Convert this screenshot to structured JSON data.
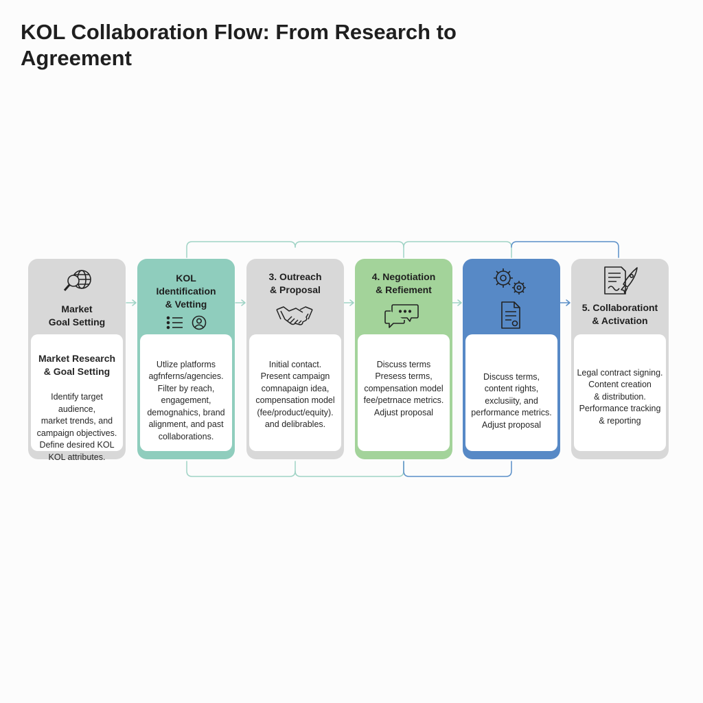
{
  "title": "KOL Collaboration Flow: From Research to Agreement",
  "colors": {
    "card_gray": "#d8d8d8",
    "card_teal": "#8fcdbd",
    "card_green": "#a3d39a",
    "card_blue": "#5789c6",
    "connector_teal": "#9fd3c5",
    "connector_blue": "#5a8fc8"
  },
  "steps": [
    {
      "head_title": "Market\nGoal Setting",
      "icons": [
        "magnifier-globe-icon"
      ],
      "inner_title": "Market Research\n& Goal Setting",
      "inner_text": "Identify target audience,\nmarket trends, and\ncampaign objectives.\nDefine desired KOL\nKOL attributes."
    },
    {
      "head_title": "KOL\nIdentification\n& Vetting",
      "icons": [
        "list-icon",
        "user-icon"
      ],
      "inner_text": "Utlize platforms\nagfnferns/agencies.\nFilter by reach,\nengagement,\ndemognahics, brand\nalignment, and past\ncollaborations."
    },
    {
      "head_title": "3. Outreach\n& Proposal",
      "icons": [
        "handshake-icon"
      ],
      "inner_text": "Initial contact.\nPresent campaign\ncomnapaign idea,\ncompensation model\n(fee/product/equity).\nand delibrables."
    },
    {
      "head_title": "4. Negotiation\n& Refiement",
      "icons": [
        "chat-bubbles-icon"
      ],
      "inner_text": "Discuss terms\nPresess terms,\ncompensation model\nfee/petrnace metrics.\nAdjust proposal"
    },
    {
      "head_title": "",
      "icons": [
        "gears-icon",
        "document-icon"
      ],
      "inner_text": "Discuss terms,\ncontent rights,\nexclusiity, and\nperformance metrics.\nAdjust proposal"
    },
    {
      "head_title": "5. Collaborationt\n& Activation",
      "icons": [
        "contract-rocket-icon"
      ],
      "inner_text": "Legal contract signing.\nContent creation\n& distribution.\nPerformance tracking\n& reporting"
    }
  ]
}
